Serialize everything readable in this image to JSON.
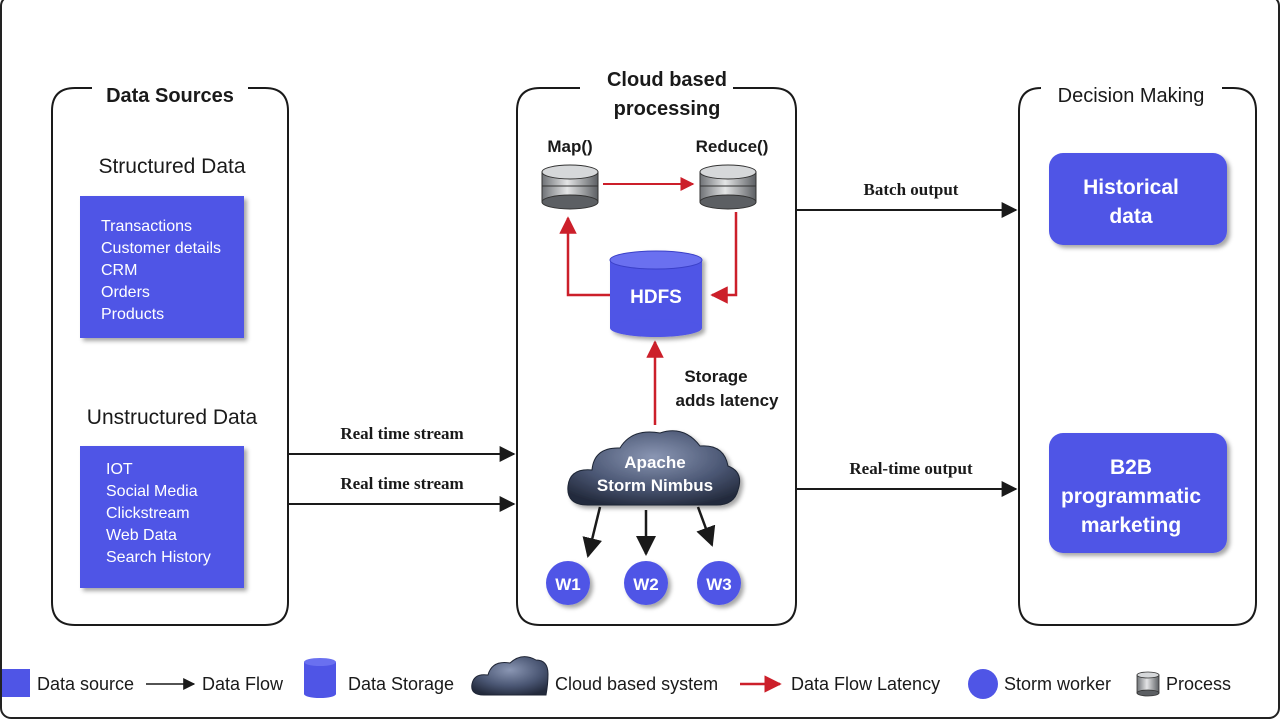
{
  "panels": {
    "sources": {
      "title": "Data Sources",
      "structured": {
        "heading": "Structured Data",
        "items": [
          "Transactions",
          "Customer details",
          "CRM",
          "Orders",
          "Products"
        ]
      },
      "unstructured": {
        "heading": "Unstructured Data",
        "items": [
          "IOT",
          "Social Media",
          "Clickstream",
          "Web Data",
          "Search History"
        ]
      }
    },
    "processing": {
      "title_line1": "Cloud based",
      "title_line2": "processing",
      "map_label": "Map()",
      "reduce_label": "Reduce()",
      "hdfs_label": "HDFS",
      "storage_note_line1": "Storage",
      "storage_note_line2": "adds latency",
      "cloud_line1": "Apache",
      "cloud_line2": "Storm Nimbus",
      "workers": [
        "W1",
        "W2",
        "W3"
      ]
    },
    "decision": {
      "title": "Decision Making",
      "historical_line1": "Historical",
      "historical_line2": "data",
      "b2b_line1": "B2B",
      "b2b_line2": "programmatic",
      "b2b_line3": "marketing"
    }
  },
  "flows": {
    "stream1": "Real time stream",
    "stream2": "Real time stream",
    "batch": "Batch output",
    "realtime": "Real-time output"
  },
  "legend": {
    "data_source": "Data source",
    "data_flow": "Data Flow",
    "data_storage": "Data Storage",
    "cloud_system": "Cloud based system",
    "latency": "Data Flow Latency",
    "worker": "Storm worker",
    "process": "Process"
  },
  "colors": {
    "blue": "#4f55e6",
    "latency_red": "#cc1f2a",
    "ink": "#1a1a1a",
    "cloud": "#4a5673"
  }
}
